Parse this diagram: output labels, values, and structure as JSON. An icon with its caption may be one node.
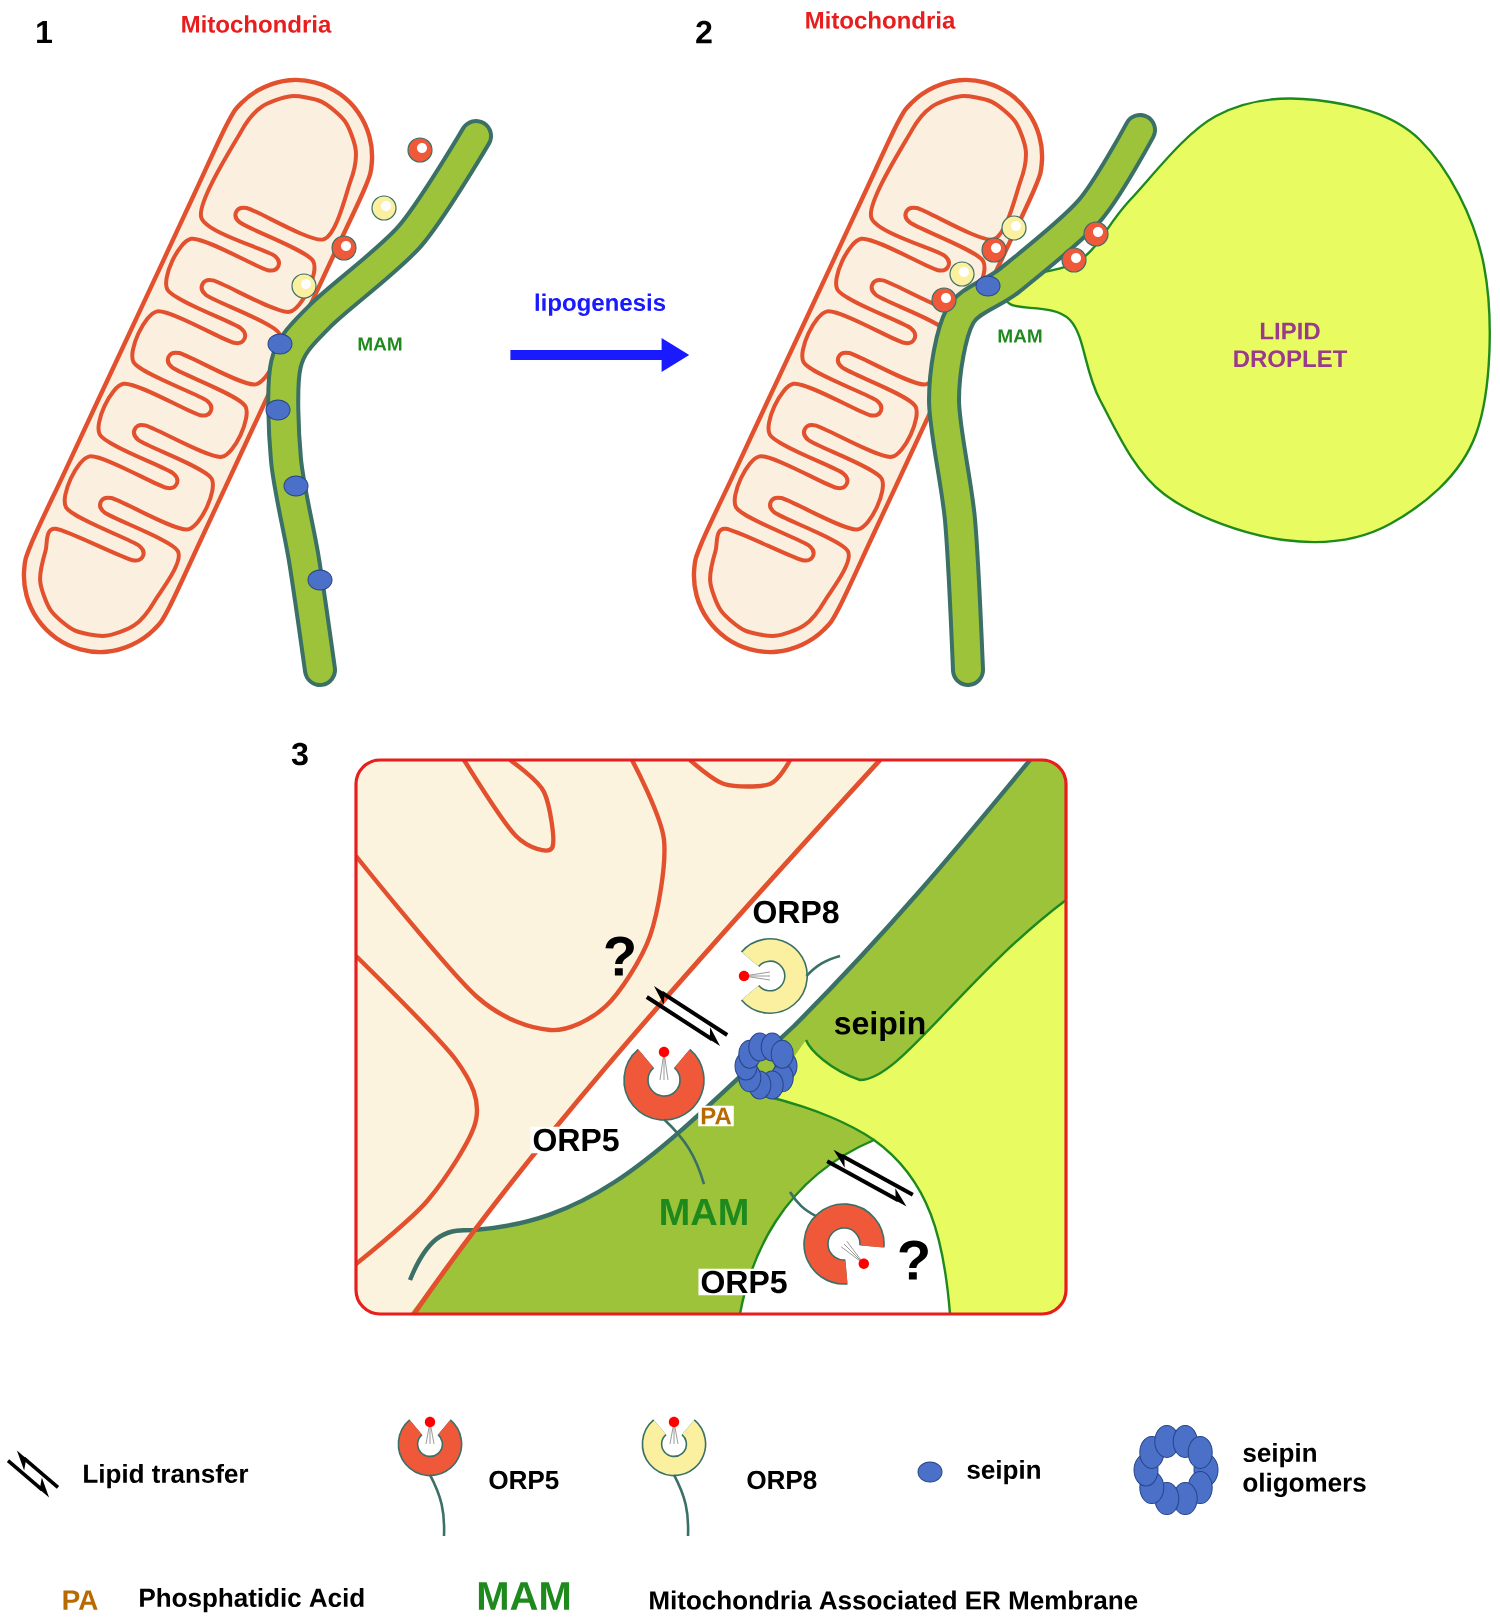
{
  "diagram": {
    "nodes": [
      {
        "text": [],
        "shape": "picture",
        "beside": [
          "1"
        ]
      },
      {
        "text": [],
        "shape": "picture",
        "beside": [
          "2"
        ]
      },
      {
        "text": [
          "LIPID DROPLET"
        ],
        "in": 1
      },
      {
        "text": [
          "ORP8",
          "?",
          "seipin",
          "PA",
          "ORP5",
          "MAM",
          "ORP5",
          "?"
        ],
        "beside": [
          "3"
        ]
      }
    ],
    "edges": [
      {
        "from": 0,
        "to": 1,
        "arrow": "to",
        "label": "lipogenesis",
        "color": "#1a1aff"
      }
    ],
    "labels": [
      "Mitochondria",
      "MAM",
      "Mitochondria",
      "MAM",
      "PA",
      "MAM"
    ],
    "legend": [
      {
        "text": "Lipid transfer"
      },
      {
        "text": "ORP5"
      },
      {
        "text": "ORP8"
      },
      {
        "text": "seipin"
      },
      {
        "text": "seipin oligomers"
      },
      {
        "text": "Phosphatidic Acid"
      },
      {
        "text": "Mitochondria Associated ER Membrane"
      }
    ]
  }
}
